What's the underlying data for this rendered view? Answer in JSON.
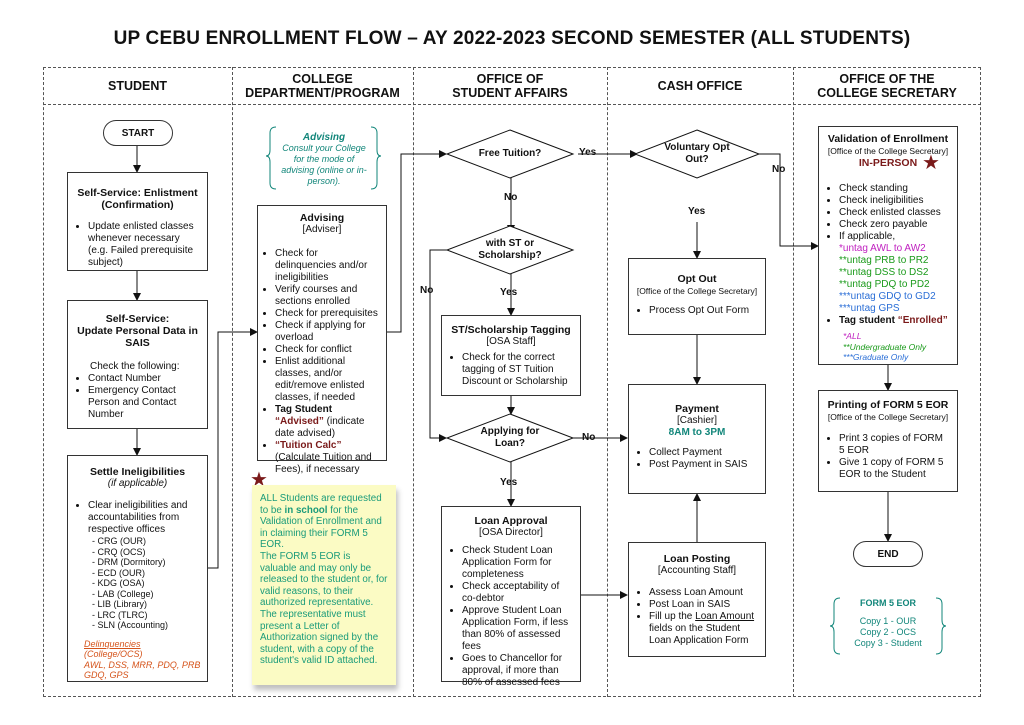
{
  "title": "UP CEBU ENROLLMENT FLOW – AY 2022-2023 SECOND SEMESTER (ALL STUDENTS)",
  "lanes": [
    "STUDENT",
    "COLLEGE\nDEPARTMENT/PROGRAM",
    "OFFICE OF\nSTUDENT AFFAIRS",
    "CASH OFFICE",
    "OFFICE OF THE\nCOLLEGE SECRETARY"
  ],
  "start": "START",
  "end": "END",
  "enlistment": {
    "title": "Self-Service: Enlistment (Confirmation)",
    "items": [
      "Update enlisted classes whenever necessary (e.g. Failed prerequisite subject)"
    ]
  },
  "personal": {
    "title": "Self-Service:\nUpdate Personal Data in SAIS",
    "lead": "Check the following:",
    "items": [
      "Contact Number",
      "Emergency Contact Person and Contact Number"
    ]
  },
  "ineligibilities": {
    "title": "Settle Ineligibilities",
    "subtitle": "(if applicable)",
    "item": "Clear ineligibilities and accountabilities from respective offices",
    "offices": [
      "CRG (OUR)",
      "CRQ (OCS)",
      "DRM (Dormitory)",
      "ECD (OUR)",
      "KDG (OSA)",
      "LAB (College)",
      "LIB (Library)",
      "LRC (TLRC)",
      "SLN (Accounting)"
    ],
    "delinq_label": "Delinquencies",
    "delinq_rest": " (College/OCS)",
    "delinq_list": "AWL, DSS, MRR, PDQ, PRB GDQ, GPS"
  },
  "advising_note": {
    "title": "Advising",
    "text": "Consult your College for the mode of advising (online or in-person)."
  },
  "advising": {
    "title": "Advising",
    "subtitle": "[Adviser]",
    "items": [
      "Check for delinquencies and/or ineligibilities",
      "Verify courses and sections enrolled",
      "Check for prerequisites",
      "Check if applying for overload",
      "Check for conflict",
      "Enlist additional classes, and/or edit/remove enlisted classes, if needed"
    ],
    "tag_prefix": "Tag Student ",
    "tag_value": "“Advised”",
    "tag_suffix": " (indicate date advised)",
    "calc_value": "“Tuition Calc”",
    "calc_suffix": " (Calculate Tuition and Fees), if necessary"
  },
  "note": {
    "p1_pre": "ALL Students are requested to be ",
    "p1_bold": "in school",
    "p1_post": " for the Validation of Enrollment and in claiming their FORM 5 EOR.",
    "p2": "The FORM 5 EOR is valuable and may only be released to the student or, for valid reasons, to their authorized representative. The representative must present a Letter of Authorization signed by the student, with a copy of the student's valid ID attached."
  },
  "decisions": {
    "free_tuition": "Free Tuition?",
    "st_scholarship": "with ST or Scholarship?",
    "loan": "Applying for Loan?",
    "opt_out": "Voluntary Opt Out?"
  },
  "edge_labels": {
    "yes": "Yes",
    "no": "No"
  },
  "st_tagging": {
    "title": "ST/Scholarship Tagging",
    "subtitle": "[OSA Staff]",
    "items": [
      "Check for the correct tagging of ST Tuition Discount or Scholarship"
    ]
  },
  "loan_approval": {
    "title": "Loan Approval",
    "subtitle": "[OSA Director]",
    "items": [
      "Check Student Loan Application Form for completeness",
      "Check acceptability of co-debtor",
      "Approve Student Loan Application Form, if less than 80% of assessed fees",
      "Goes to Chancellor for approval, if more than 80% of assessed fees"
    ]
  },
  "opt_out_box": {
    "title": "Opt Out",
    "subtitle": "[Office of the College Secretary]",
    "items": [
      "Process Opt Out Form"
    ]
  },
  "payment": {
    "title": "Payment",
    "subtitle": "[Cashier]",
    "hours": "8AM to 3PM",
    "items": [
      "Collect Payment",
      "Post Payment in SAIS"
    ]
  },
  "loan_posting": {
    "title": "Loan Posting",
    "subtitle": "[Accounting Staff]",
    "items": [
      "Assess Loan Amount",
      "Post Loan in SAIS"
    ],
    "fill_pre": "Fill up the ",
    "fill_u": "Loan Amount",
    "fill_post": " fields on the Student Loan Application Form"
  },
  "validation": {
    "title": "Validation of Enrollment",
    "subtitle": "[Office of the College Secretary]",
    "mode": "IN-PERSON",
    "items": [
      "Check standing",
      "Check ineligibilities",
      "Check enlisted classes",
      "Check zero payable",
      "If applicable,"
    ],
    "untag": [
      {
        "text": "*untag AWL to AW2",
        "color": "#c020c0"
      },
      {
        "text": "**untag PRB to PR2",
        "color": "#1a9a1a"
      },
      {
        "text": "**untag DSS to DS2",
        "color": "#1a9a1a"
      },
      {
        "text": "**untag PDQ to PD2",
        "color": "#1a9a1a"
      },
      {
        "text": "***untag GDQ to GD2",
        "color": "#2a6ed6"
      },
      {
        "text": "***untag GPS",
        "color": "#2a6ed6"
      }
    ],
    "tag_prefix": "Tag student ",
    "tag_value": "“Enrolled”",
    "legend": [
      {
        "text": "*ALL",
        "color": "#c020c0"
      },
      {
        "text": "**Undergraduate Only",
        "color": "#1a9a1a"
      },
      {
        "text": "***Graduate Only",
        "color": "#2a6ed6"
      }
    ]
  },
  "printing": {
    "title": "Printing of FORM 5 EOR",
    "subtitle": "[Office of the College Secretary]",
    "items": [
      "Print 3 copies of FORM 5 EOR",
      "Give 1 copy of FORM 5 EOR to the Student"
    ]
  },
  "form5": {
    "title": "FORM 5 EOR",
    "copies": [
      "Copy 1 - OUR",
      "Copy 2 - OCS",
      "Copy 3 - Student"
    ]
  },
  "colors": {
    "maroon": "#7a1a1a",
    "teal": "#12867a",
    "note_bg": "#fbfbc4",
    "note_text": "#1a9b7a"
  }
}
